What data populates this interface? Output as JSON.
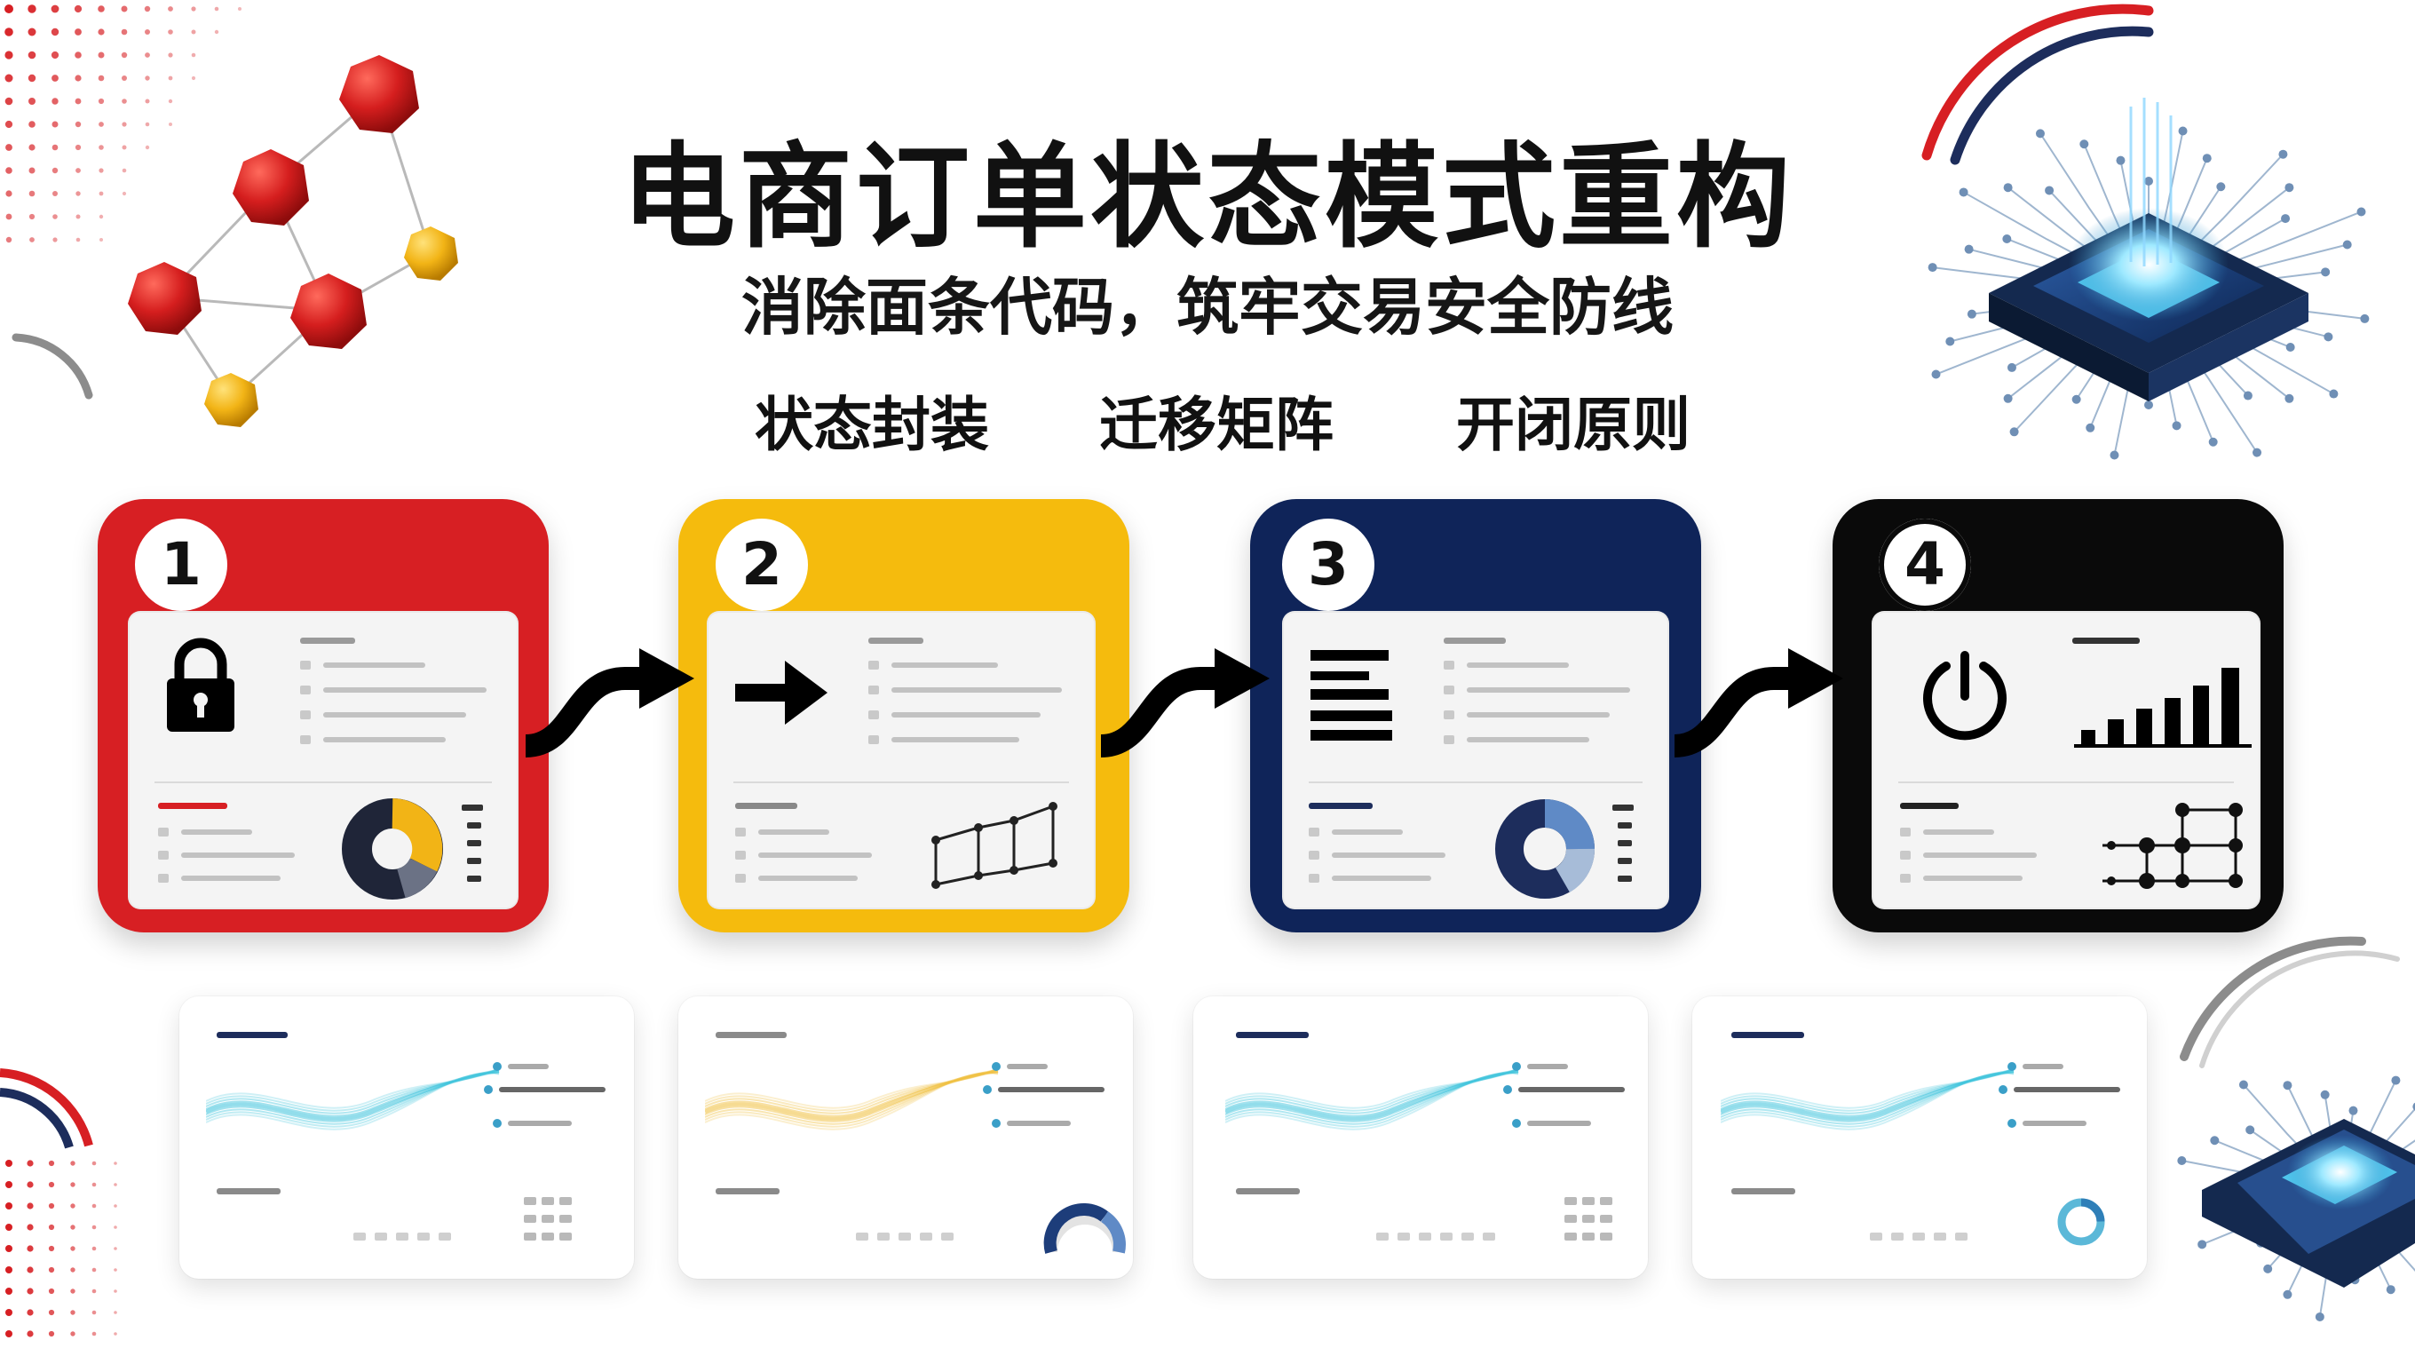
{
  "title": "电商订单状态模式重构",
  "subtitle": "消除面条代码，筑牢交易安全防线",
  "keywords": [
    "状态封装",
    "迁移矩阵",
    "开闭原则"
  ],
  "steps": [
    {
      "number": "1",
      "color": "#d71f23",
      "icon": "lock-icon",
      "chart_icon": "donut-chart-icon"
    },
    {
      "number": "2",
      "color": "#f5bb0d",
      "icon": "arrow-right-icon",
      "chart_icon": "network-graph-icon"
    },
    {
      "number": "3",
      "color": "#0f2459",
      "icon": "text-lines-icon",
      "chart_icon": "donut-chart-icon"
    },
    {
      "number": "4",
      "color": "#0a0a0a",
      "icon": "power-icon",
      "chart_icon": "grid-network-icon"
    }
  ],
  "bottom_cards": [
    {
      "wave_color": "#3fc4dc",
      "chart_icon": "dot-grid-icon"
    },
    {
      "wave_color": "#f0c040",
      "chart_icon": "gauge-icon"
    },
    {
      "wave_color": "#3fc4dc",
      "chart_icon": "dot-grid-icon"
    },
    {
      "wave_color": "#3fc4dc",
      "chart_icon": "ring-icon"
    }
  ],
  "colors": {
    "red": "#d71f23",
    "yellow": "#f5bb0d",
    "navy": "#0f2459",
    "black": "#0a0a0a",
    "cyan": "#3fc4dc"
  }
}
